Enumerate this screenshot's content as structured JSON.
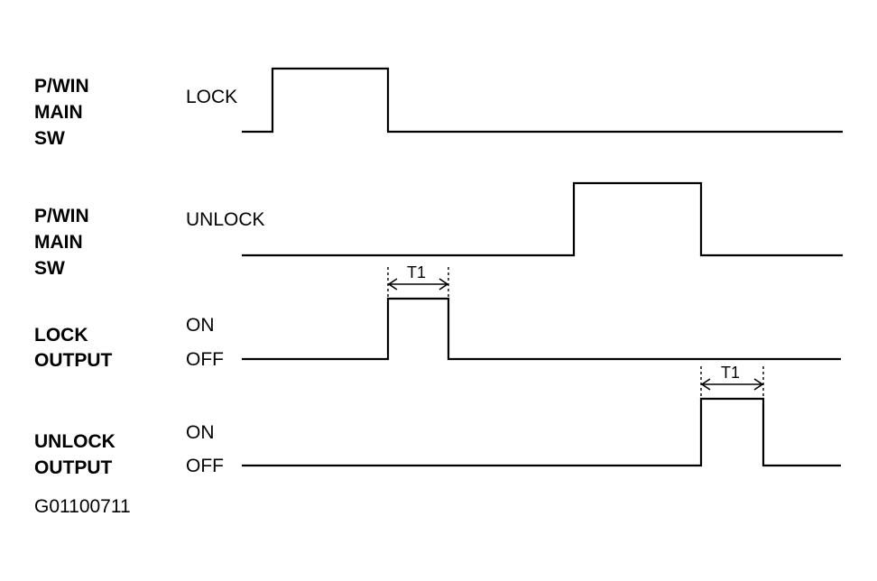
{
  "signals": [
    {
      "name_lines": [
        "P/WIN",
        "MAIN",
        "SW"
      ],
      "state_label": "LOCK"
    },
    {
      "name_lines": [
        "P/WIN",
        "MAIN",
        "SW"
      ],
      "state_label": "UNLOCK"
    },
    {
      "name_lines": [
        "LOCK",
        "OUTPUT"
      ],
      "on_label": "ON",
      "off_label": "OFF"
    },
    {
      "name_lines": [
        "UNLOCK",
        "OUTPUT"
      ],
      "on_label": "ON",
      "off_label": "OFF"
    }
  ],
  "timing": {
    "t1_label_lock": "T1",
    "t1_label_unlock": "T1"
  },
  "figure_code": "G01100711"
}
